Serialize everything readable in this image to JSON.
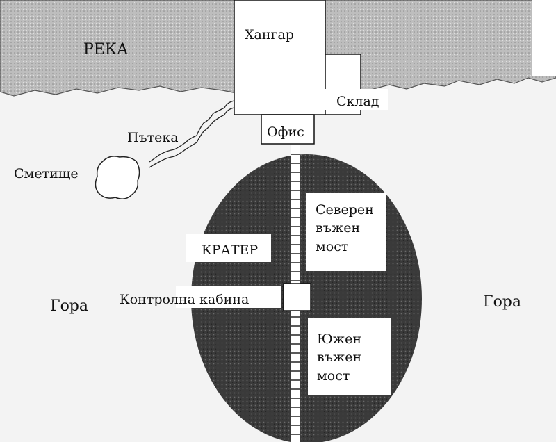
{
  "labels": {
    "river": "РЕКА",
    "hangar": "Хангар",
    "warehouse": "Склад",
    "office": "Офис",
    "path": "Пътека",
    "dump": "Сметище",
    "crater": "КРАТЕР",
    "north_bridge": [
      "Северен",
      "въжен",
      "мост"
    ],
    "south_bridge": [
      "Южен",
      "въжен",
      "мост"
    ],
    "control_cabin": "Контролна кабина",
    "forest_left": "Гора",
    "forest_right": "Гора"
  },
  "colors": {
    "river": "#b8b8b8",
    "crater": "#3a3a3a",
    "background": "#f2f2f2"
  }
}
